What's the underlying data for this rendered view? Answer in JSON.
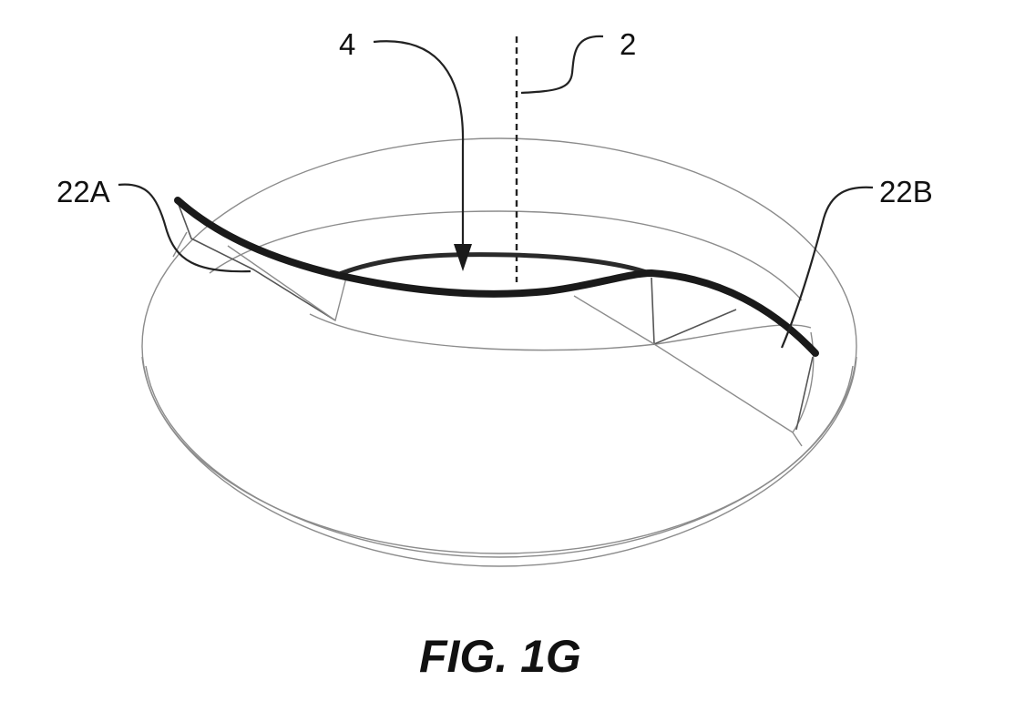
{
  "figure": {
    "caption": "FIG. 1G",
    "labels": {
      "axis_ref": "2",
      "band_ref": "4",
      "wing_left_ref": "22A",
      "wing_right_ref": "22B"
    },
    "colors": {
      "line": "#1a1a1a",
      "outline": "#8c8c8c",
      "background": "#ffffff"
    }
  }
}
